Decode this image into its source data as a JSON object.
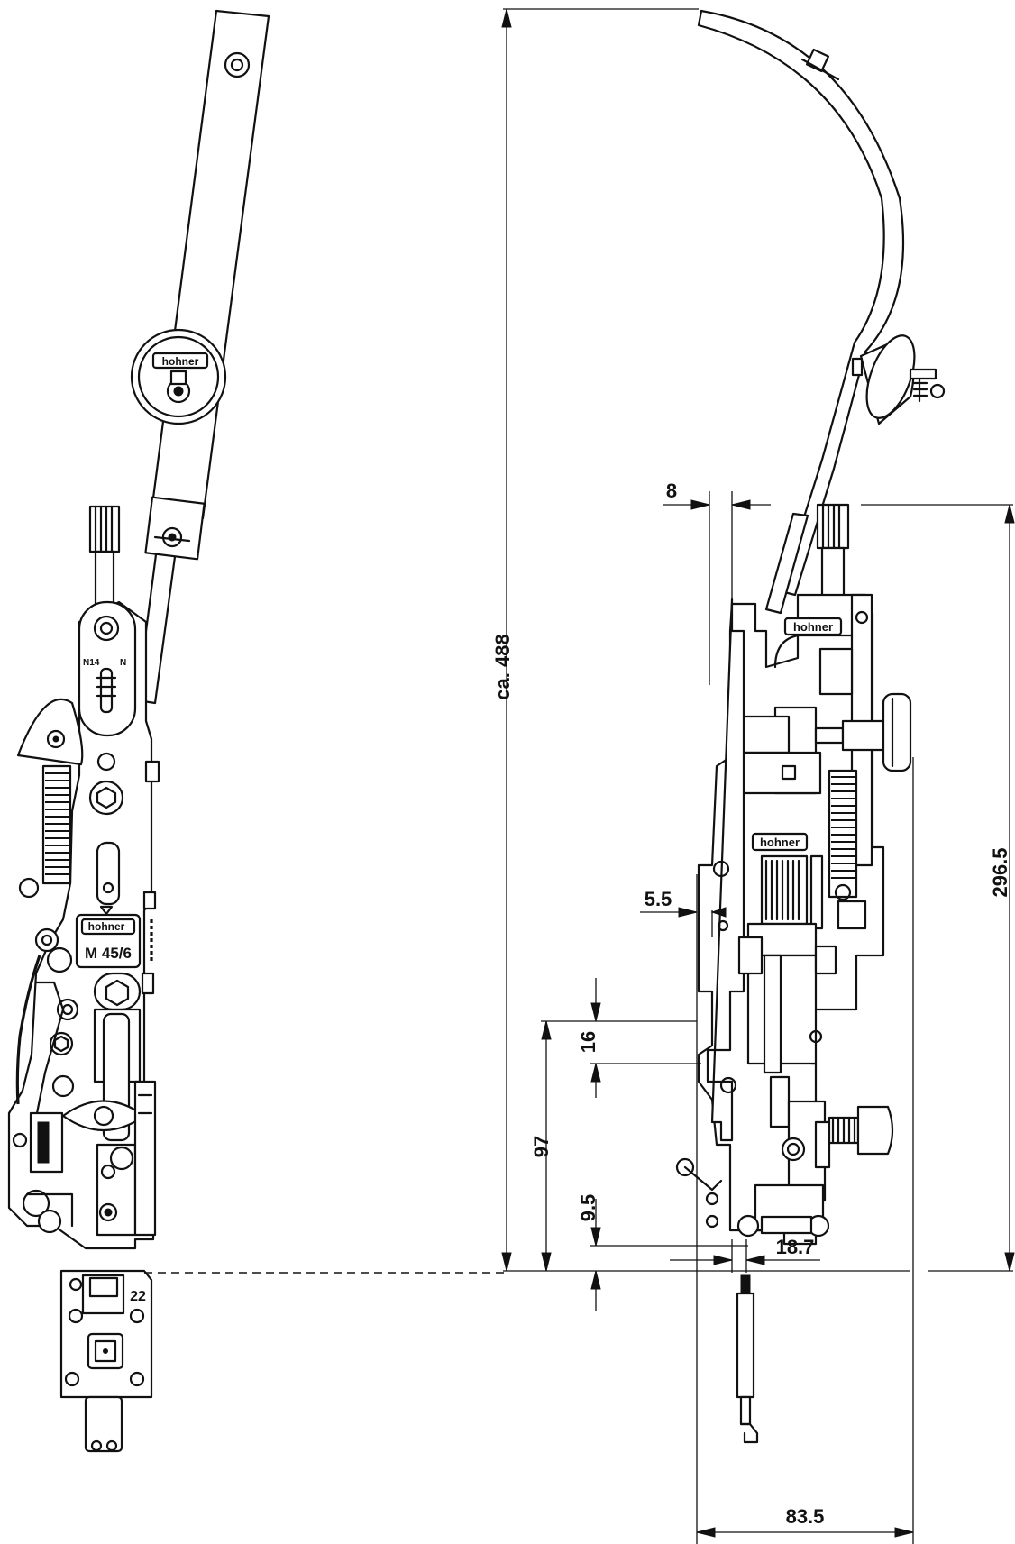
{
  "dimensions": {
    "overall_height": "ca. 488",
    "upper_height": "296.5",
    "bottom_width": "83.5",
    "offset_8": "8",
    "offset_5_5": "5.5",
    "height_16": "16",
    "height_97": "97",
    "height_9_5": "9.5",
    "offset_18_7": "18.7"
  },
  "labels": {
    "brand": "hohner",
    "model": "M 45/6",
    "clamp_number": "22",
    "switch_left": "N14",
    "switch_right": "N"
  },
  "colors": {
    "ink": "#111111",
    "paper": "#ffffff"
  }
}
